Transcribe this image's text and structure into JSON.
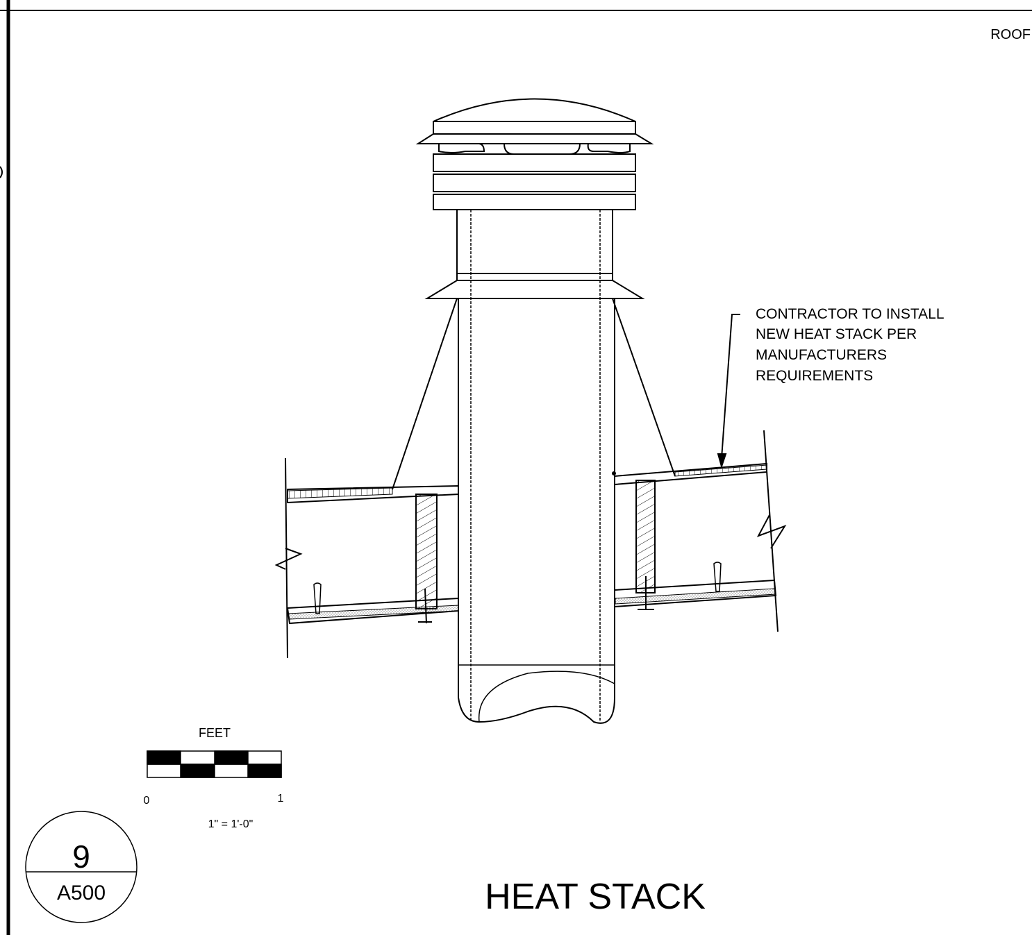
{
  "sheet": {
    "corner_label": "ROOF"
  },
  "callout": {
    "lines": [
      "CONTRACTOR TO INSTALL",
      "NEW HEAT STACK PER",
      "MANUFACTURERS",
      "REQUIREMENTS"
    ]
  },
  "scale_bar": {
    "units_label": "FEET",
    "start_tick": "0",
    "end_tick": "1",
    "scale_note": "1\" = 1'-0\""
  },
  "detail_tag": {
    "number": "9",
    "sheet_ref": "A500"
  },
  "title": "HEAT STACK",
  "colors": {
    "line": "#000000",
    "corner_label": "#808080",
    "insulation_fill": "#d8d8d8"
  }
}
